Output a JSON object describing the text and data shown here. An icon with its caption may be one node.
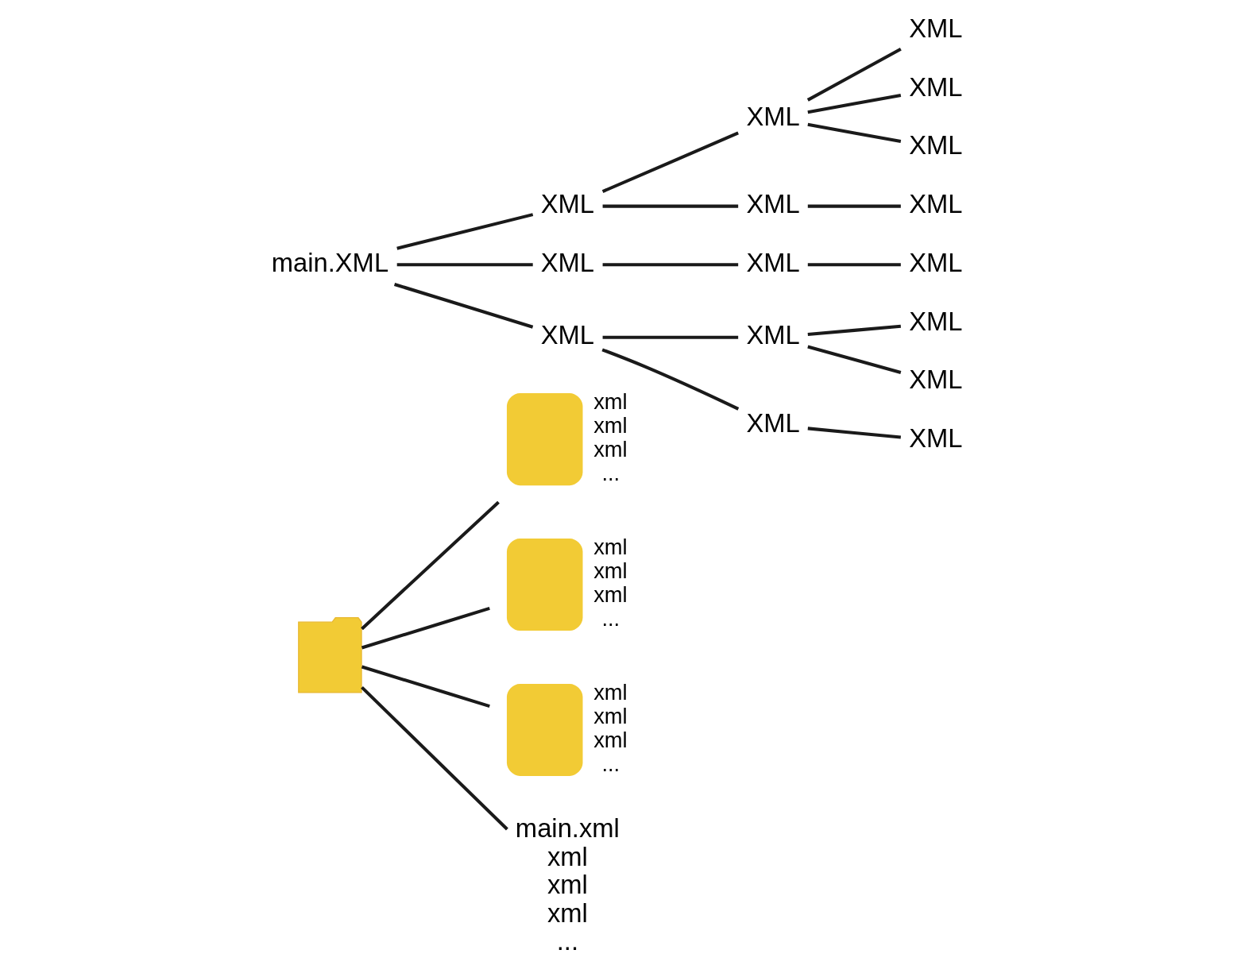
{
  "diagram": {
    "nodes": [
      {
        "text": [],
        "shape": "folder"
      },
      {
        "text": [],
        "shape": "folder",
        "beside": [
          "xml",
          "xml",
          "xml",
          "..."
        ]
      },
      {
        "text": [],
        "shape": "folder",
        "beside": [
          "xml",
          "xml",
          "xml",
          "..."
        ]
      },
      {
        "text": [],
        "shape": "folder",
        "beside": [
          "xml",
          "xml",
          "xml",
          "..."
        ]
      },
      {
        "text": [
          "main.xml",
          "xml",
          "xml",
          "xml",
          "..."
        ]
      },
      {
        "text": [
          "main.XML"
        ]
      },
      {
        "text": [
          "XML"
        ]
      },
      {
        "text": [
          "XML"
        ]
      },
      {
        "text": [
          "XML"
        ]
      },
      {
        "text": [
          "XML"
        ]
      },
      {
        "text": [
          "XML"
        ]
      },
      {
        "text": [
          "XML"
        ]
      },
      {
        "text": [
          "XML"
        ]
      },
      {
        "text": [
          "XML"
        ]
      },
      {
        "text": [
          "XML"
        ]
      },
      {
        "text": [
          "XML"
        ]
      },
      {
        "text": [
          "XML"
        ]
      },
      {
        "text": [
          "XML"
        ]
      },
      {
        "text": [
          "XML"
        ]
      },
      {
        "text": [
          "XML"
        ]
      },
      {
        "text": [
          "XML"
        ]
      },
      {
        "text": [
          "XML"
        ]
      }
    ],
    "edges": [
      {
        "from": 0,
        "to": 1,
        "arrow": "none"
      },
      {
        "from": 0,
        "to": 2,
        "arrow": "none"
      },
      {
        "from": 0,
        "to": 3,
        "arrow": "none"
      },
      {
        "from": 0,
        "to": 4,
        "arrow": "none"
      },
      {
        "from": 5,
        "to": 6,
        "arrow": "none"
      },
      {
        "from": 5,
        "to": 7,
        "arrow": "none"
      },
      {
        "from": 5,
        "to": 8,
        "arrow": "none"
      },
      {
        "from": 6,
        "to": 9,
        "arrow": "none"
      },
      {
        "from": 6,
        "to": 10,
        "arrow": "none"
      },
      {
        "from": 7,
        "to": 11,
        "arrow": "none"
      },
      {
        "from": 8,
        "to": 12,
        "arrow": "none"
      },
      {
        "from": 8,
        "to": 13,
        "arrow": "none"
      },
      {
        "from": 9,
        "to": 14,
        "arrow": "none"
      },
      {
        "from": 9,
        "to": 15,
        "arrow": "none"
      },
      {
        "from": 9,
        "to": 16,
        "arrow": "none"
      },
      {
        "from": 10,
        "to": 17,
        "arrow": "none"
      },
      {
        "from": 11,
        "to": 18,
        "arrow": "none"
      },
      {
        "from": 12,
        "to": 19,
        "arrow": "none"
      },
      {
        "from": 12,
        "to": 20,
        "arrow": "none"
      },
      {
        "from": 13,
        "to": 21,
        "arrow": "none"
      }
    ]
  }
}
